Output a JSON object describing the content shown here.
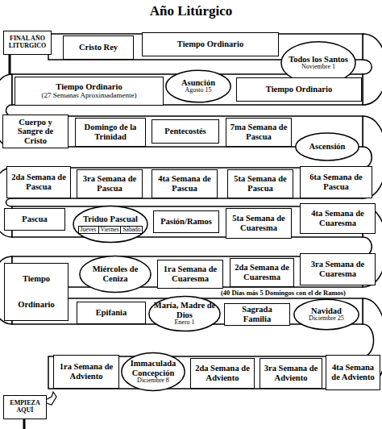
{
  "diagram": {
    "title": "Año Litúrgico",
    "nodes": [
      {
        "text": [
          "FINAL AÑO LITURGICO"
        ]
      },
      {
        "text": [
          "Cristo Rey"
        ]
      },
      {
        "text": [
          "Tiempo Ordinario"
        ]
      },
      {
        "text": [
          "Todos los Santos",
          "Noviembre 1"
        ]
      },
      {
        "text": [
          "Tiempo Ordinario",
          "(27 Semanas Aproximadamente)"
        ]
      },
      {
        "text": [
          "Asunción",
          "Agosto 15"
        ]
      },
      {
        "text": [
          "Tiempo Ordinario"
        ]
      },
      {
        "text": [
          "Cuerpo y Sangre de Cristo"
        ]
      },
      {
        "text": [
          "Domingo de la Trinidad"
        ]
      },
      {
        "text": [
          "Pentecostés"
        ]
      },
      {
        "text": [
          "7ma Semana de Pascua"
        ]
      },
      {
        "text": [
          "Ascensión"
        ]
      },
      {
        "text": [
          "2da Semana de Pascua"
        ]
      },
      {
        "text": [
          "3ra Semana de Pascua"
        ]
      },
      {
        "text": [
          "4ta Semana de Pascua"
        ]
      },
      {
        "text": [
          "5ta Semana de Pascua"
        ]
      },
      {
        "text": [
          "6ta Semana de Pascua"
        ]
      },
      {
        "text": [
          "Pascua"
        ]
      },
      {
        "text": [
          "Triduo Pascual",
          "Jueves",
          "Viernes",
          "Sábado"
        ]
      },
      {
        "text": [
          "Pasión/Ramos"
        ]
      },
      {
        "text": [
          "5ta Semana de Cuaresma"
        ]
      },
      {
        "text": [
          "4ta Semana de Cuaresma"
        ]
      },
      {
        "text": [
          "Tiempo Ordinario"
        ]
      },
      {
        "text": [
          "Miércoles de Ceniza"
        ]
      },
      {
        "text": [
          "1ra Semana de Cuaresma"
        ]
      },
      {
        "text": [
          "2da Semana de Cuaresma"
        ]
      },
      {
        "text": [
          "3ra Semana de Cuaresma"
        ]
      },
      {
        "text": [
          "Epifania"
        ]
      },
      {
        "text": [
          "María, Madre de Dios",
          "Enero 1"
        ]
      },
      {
        "text": [
          "Sagrada Familia"
        ]
      },
      {
        "text": [
          "Navidad",
          "Diciembre 25"
        ]
      },
      {
        "text": [
          "1ra Semana de Adviento"
        ]
      },
      {
        "text": [
          "Immaculada Concepción",
          "Diciembre 8"
        ]
      },
      {
        "text": [
          "2da Semana de Adviento"
        ]
      },
      {
        "text": [
          "3ra Semana de Adviento"
        ]
      },
      {
        "text": [
          "4ta Semana de Adviento"
        ]
      },
      {
        "text": [
          "EMPIEZA AQUÍ"
        ]
      }
    ],
    "labels": [
      "(40 Días más 5 Domingos con el de Ramos)"
    ]
  }
}
